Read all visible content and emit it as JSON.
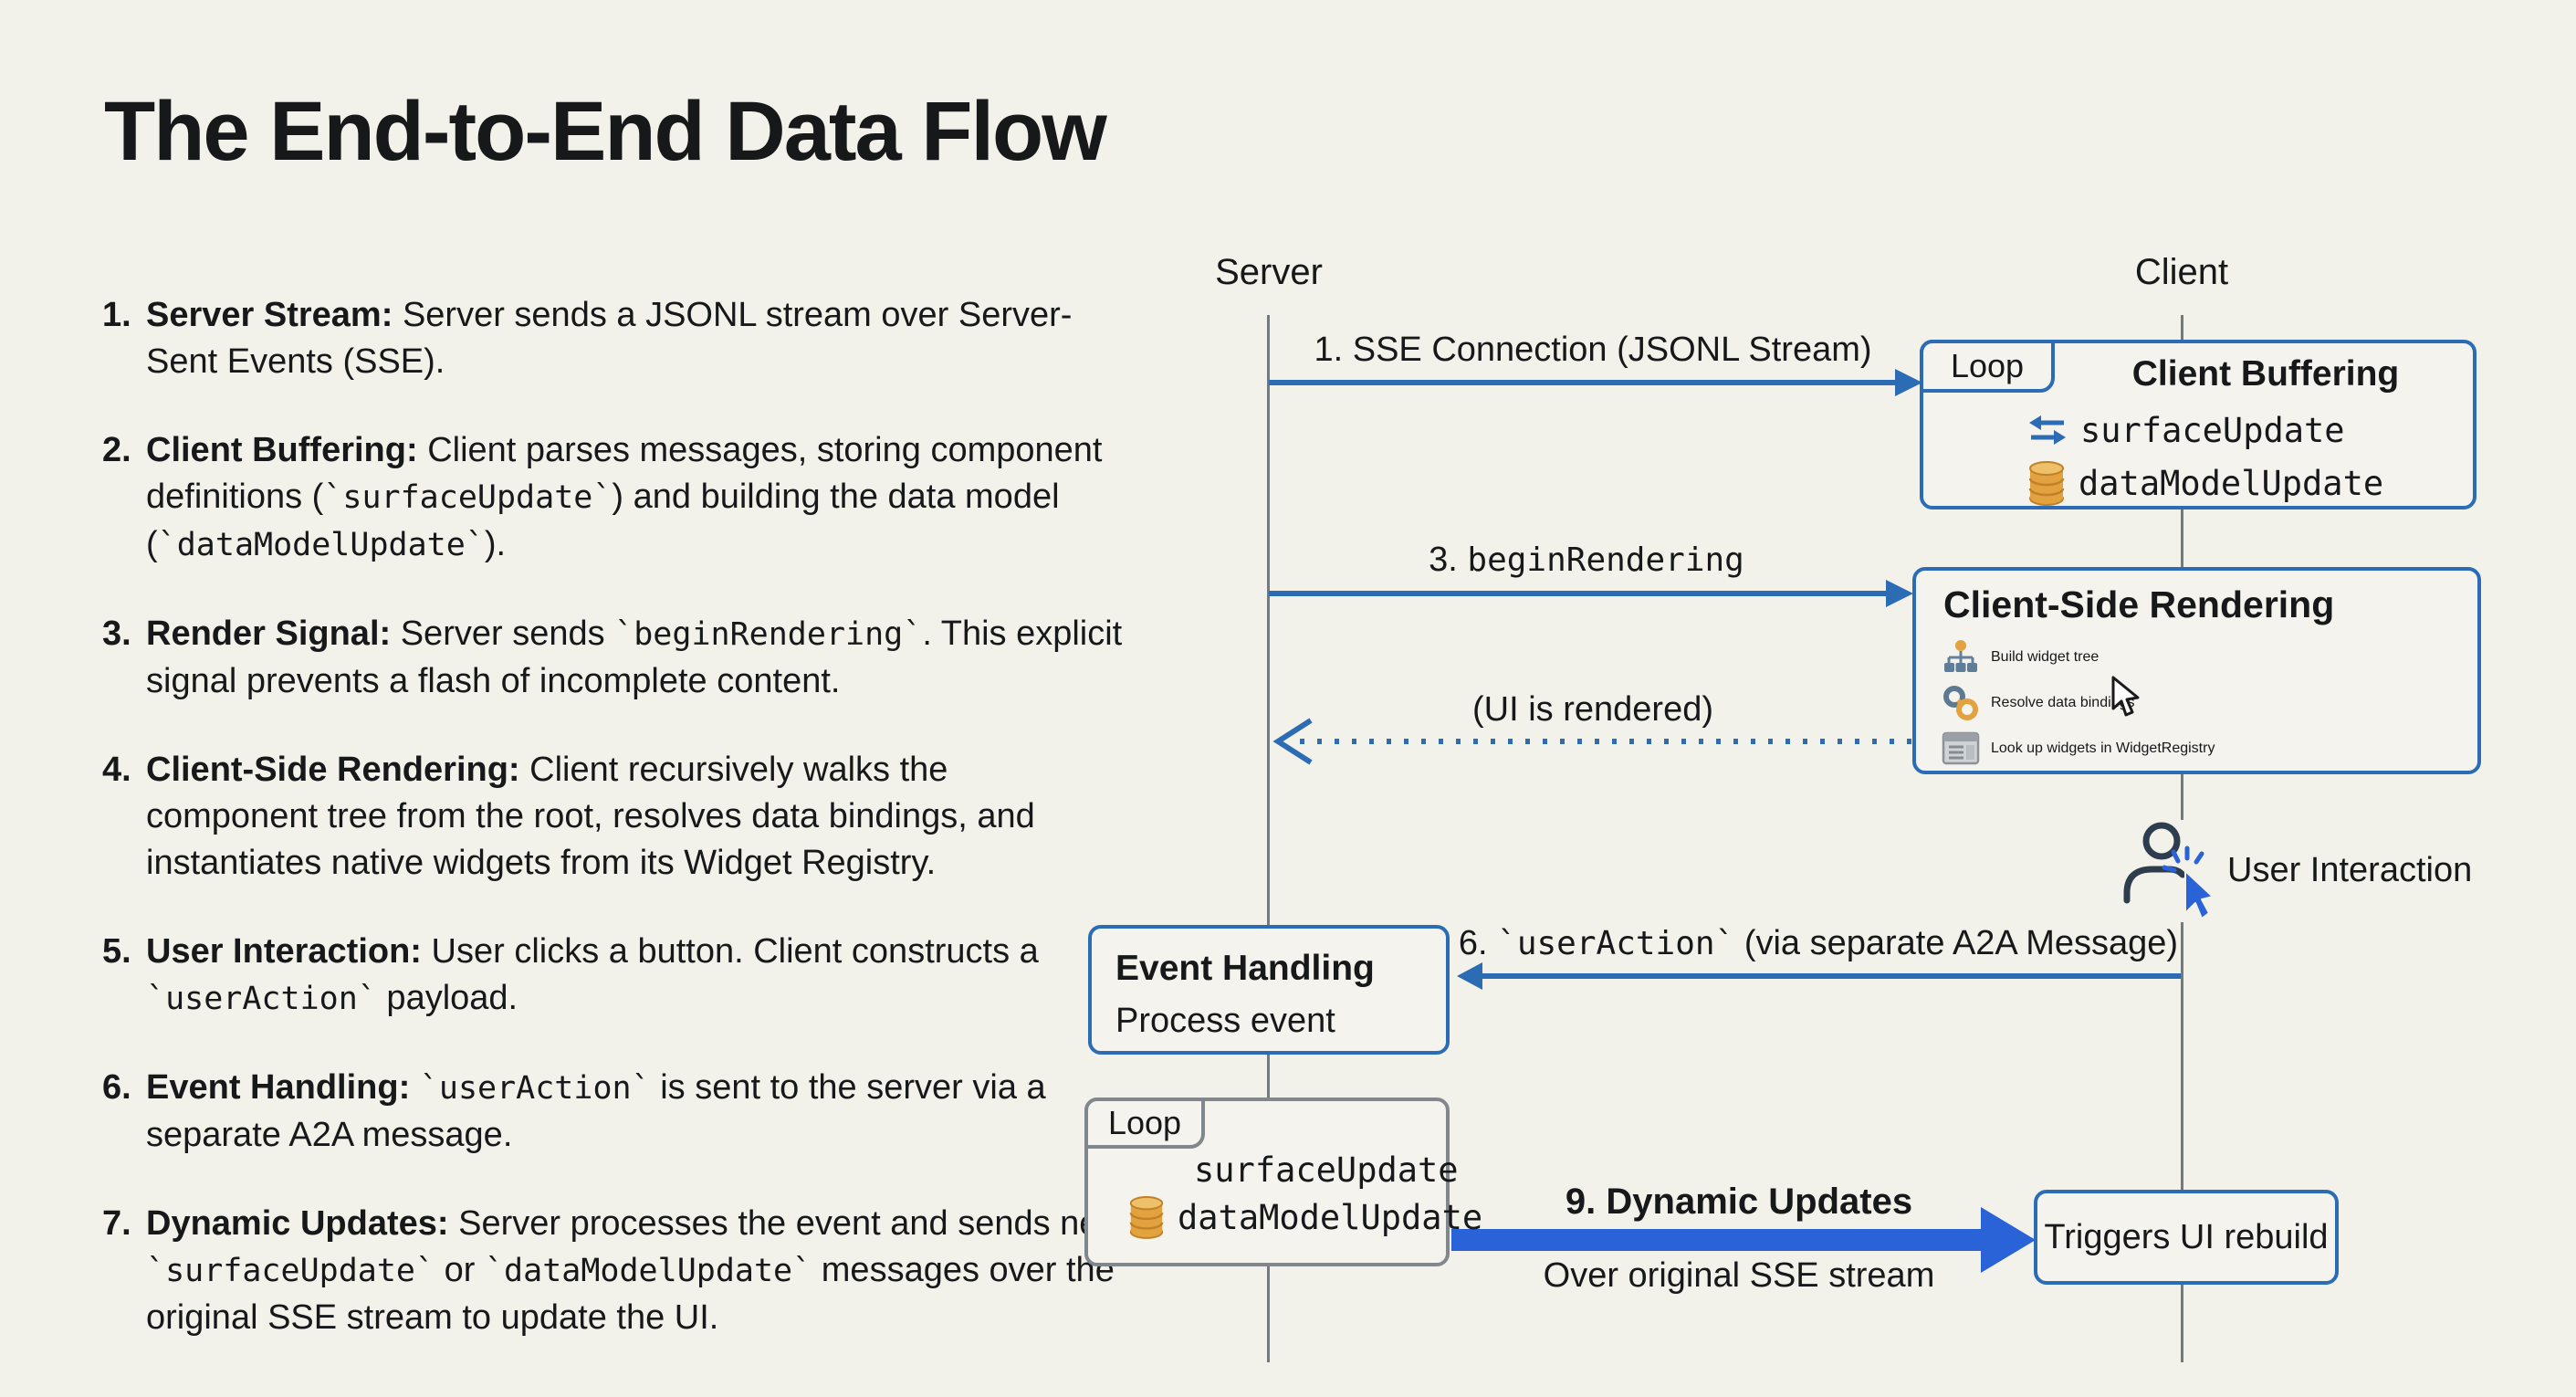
{
  "title": "The End-to-End Data Flow",
  "steps": [
    {
      "num": "1.",
      "segments": [
        {
          "b": "Server Stream:"
        },
        {
          "t": " Server sends a JSONL stream over Server-Sent Events (SSE)."
        }
      ]
    },
    {
      "num": "2.",
      "segments": [
        {
          "b": "Client Buffering:"
        },
        {
          "t": " Client parses messages, storing component definitions ("
        },
        {
          "c": "`surfaceUpdate`"
        },
        {
          "t": ") and building the data model ("
        },
        {
          "c": "`dataModelUpdate`"
        },
        {
          "t": ")."
        }
      ]
    },
    {
      "num": "3.",
      "segments": [
        {
          "b": "Render Signal:"
        },
        {
          "t": " Server sends "
        },
        {
          "c": "`beginRendering`"
        },
        {
          "t": ". This explicit signal prevents a flash of incomplete content."
        }
      ]
    },
    {
      "num": "4.",
      "segments": [
        {
          "b": "Client-Side Rendering:"
        },
        {
          "t": " Client recursively walks the component tree from the root, resolves data bindings, and instantiates native widgets from its Widget Registry."
        }
      ]
    },
    {
      "num": "5.",
      "segments": [
        {
          "b": "User Interaction:"
        },
        {
          "t": " User clicks a button. Client constructs a "
        },
        {
          "c": "`userAction`"
        },
        {
          "t": " payload."
        }
      ]
    },
    {
      "num": "6.",
      "segments": [
        {
          "b": "Event Handling:"
        },
        {
          "t": " "
        },
        {
          "c": "`userAction`"
        },
        {
          "t": " is sent to the server via a separate A2A message."
        }
      ]
    },
    {
      "num": "7.",
      "segments": [
        {
          "b": "Dynamic Updates:"
        },
        {
          "t": " Server processes the event and sends new "
        },
        {
          "c": "`surfaceUpdate`"
        },
        {
          "t": " or "
        },
        {
          "c": "`dataModelUpdate`"
        },
        {
          "t": " messages over the original SSE stream to update the UI."
        }
      ]
    }
  ],
  "diagram": {
    "actors": {
      "server": "Server",
      "client": "Client"
    },
    "messages": {
      "sse": "1. SSE Connection (JSONL Stream)",
      "begin_pre": "3. ",
      "begin_code": "beginRendering",
      "rendered": "(UI is rendered)",
      "useraction_pre": "6. ",
      "useraction_code": "`userAction`",
      "useraction_post": " (via separate A2A Message)",
      "dynamic_title": "9. Dynamic Updates",
      "dynamic_sub": "Over original SSE stream"
    },
    "client_buffering": {
      "tab": "Loop",
      "title": "Client Buffering",
      "rows": [
        "surfaceUpdate",
        "dataModelUpdate"
      ]
    },
    "client_rendering": {
      "title": "Client-Side Rendering",
      "items": [
        "Build widget tree",
        "Resolve data bindings",
        "Look up widgets in WidgetRegistry"
      ]
    },
    "user_interaction": {
      "label": "User Interaction"
    },
    "event_handling": {
      "title": "Event Handling",
      "sub": "Process event"
    },
    "server_loop": {
      "tab": "Loop",
      "rows": [
        "surfaceUpdate",
        "dataModelUpdate"
      ]
    },
    "triggers": {
      "label": "Triggers UI rebuild"
    },
    "colors": {
      "bg": "#f2f1ea",
      "box_bg": "#f4f3ed",
      "accent": "#2b6cb5",
      "accent_bright": "#2a62d8",
      "gray": "#81878d",
      "db_icon": "#e2a23f",
      "person": "#2e3d4d",
      "text": "#17181a"
    }
  }
}
